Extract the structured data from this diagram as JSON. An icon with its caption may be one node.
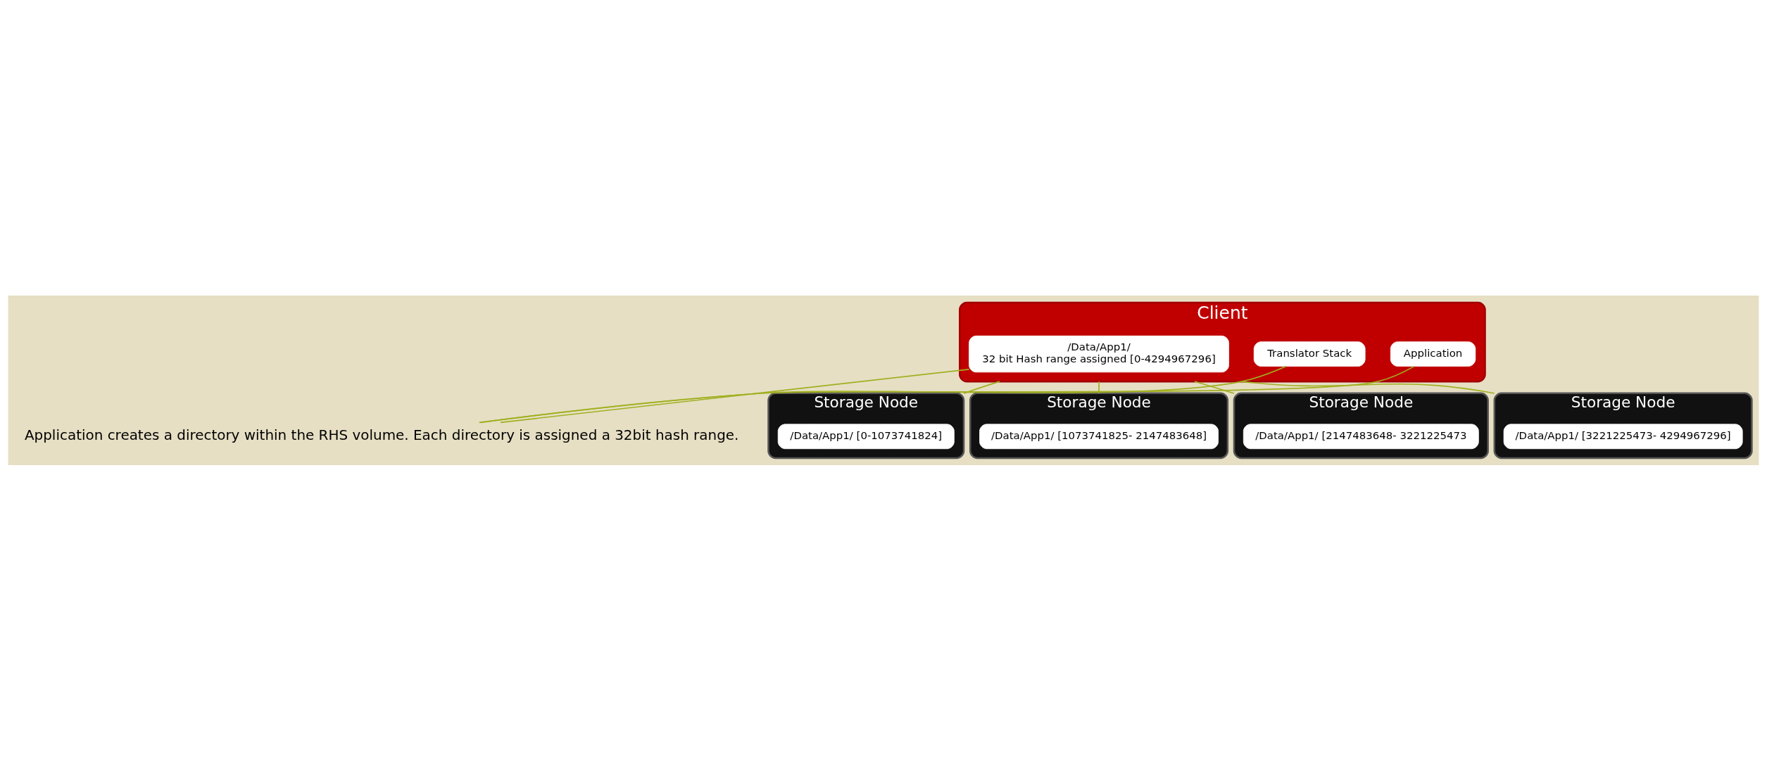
{
  "diagram": {
    "nodes": [
      {
        "text": [
          "Client"
        ]
      },
      {
        "text": [
          "Application"
        ],
        "in": 0
      },
      {
        "text": [
          "Translator Stack"
        ],
        "in": 0
      },
      {
        "text": [
          "/Data/App1/",
          "32 bit Hash range assigned [0-4294967296]"
        ],
        "in": 0
      },
      {
        "text": [
          "Application creates a directory within the RHS volume. Each directory is assigned a 32bit hash range."
        ]
      },
      {
        "text": [
          "Storage Node"
        ]
      },
      {
        "text": [
          "/Data/App1/ [0-1073741824]"
        ],
        "in": 5
      },
      {
        "text": [
          "Storage Node"
        ]
      },
      {
        "text": [
          "/Data/App1/ [1073741825- 2147483648]"
        ],
        "in": 7
      },
      {
        "text": [
          "Storage Node"
        ]
      },
      {
        "text": [
          "/Data/App1/ [2147483648- 3221225473"
        ],
        "in": 9
      },
      {
        "text": [
          "Storage Node"
        ]
      },
      {
        "text": [
          "/Data/App1/ [3221225473- 4294967296]"
        ],
        "in": 11
      }
    ],
    "edges": [
      {
        "from": 1,
        "to": 4,
        "arrow": "none"
      },
      {
        "from": 2,
        "to": 4,
        "arrow": "none"
      },
      {
        "from": 3,
        "to": 4,
        "arrow": "none"
      },
      {
        "from": 0,
        "to": 5,
        "arrow": "none"
      },
      {
        "from": 0,
        "to": 7,
        "arrow": "none"
      },
      {
        "from": 0,
        "to": 9,
        "arrow": "none"
      },
      {
        "from": 0,
        "to": 11,
        "arrow": "none"
      }
    ]
  }
}
